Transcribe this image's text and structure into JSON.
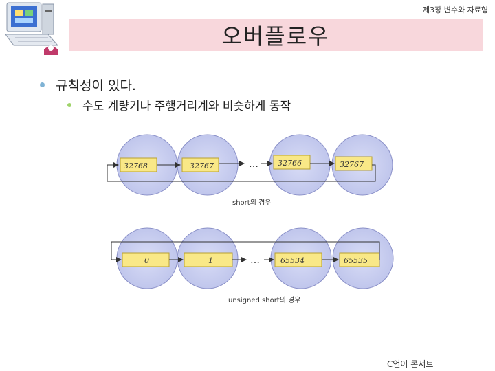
{
  "header": {
    "chapter": "제3장 변수와 자료형"
  },
  "title": "오버플로우",
  "bullets": {
    "level1": "규칙성이 있다.",
    "level2": "수도 계량기나 주행거리계와 비슷하게 동작"
  },
  "diagram1": {
    "values": [
      "32768",
      "32767",
      "32766",
      "32767"
    ],
    "ellipsis": "…",
    "caption": "short의 경우"
  },
  "diagram2": {
    "values": [
      "0",
      "1",
      "65534",
      "65535"
    ],
    "ellipsis": "…",
    "caption": "unsigned short의 경우"
  },
  "footer": "C언어 콘서트",
  "colors": {
    "circle": "#c8cdf0",
    "circle_stroke": "#8a90c8",
    "box": "#f9e887",
    "title_bg": "#f8d7dc"
  }
}
